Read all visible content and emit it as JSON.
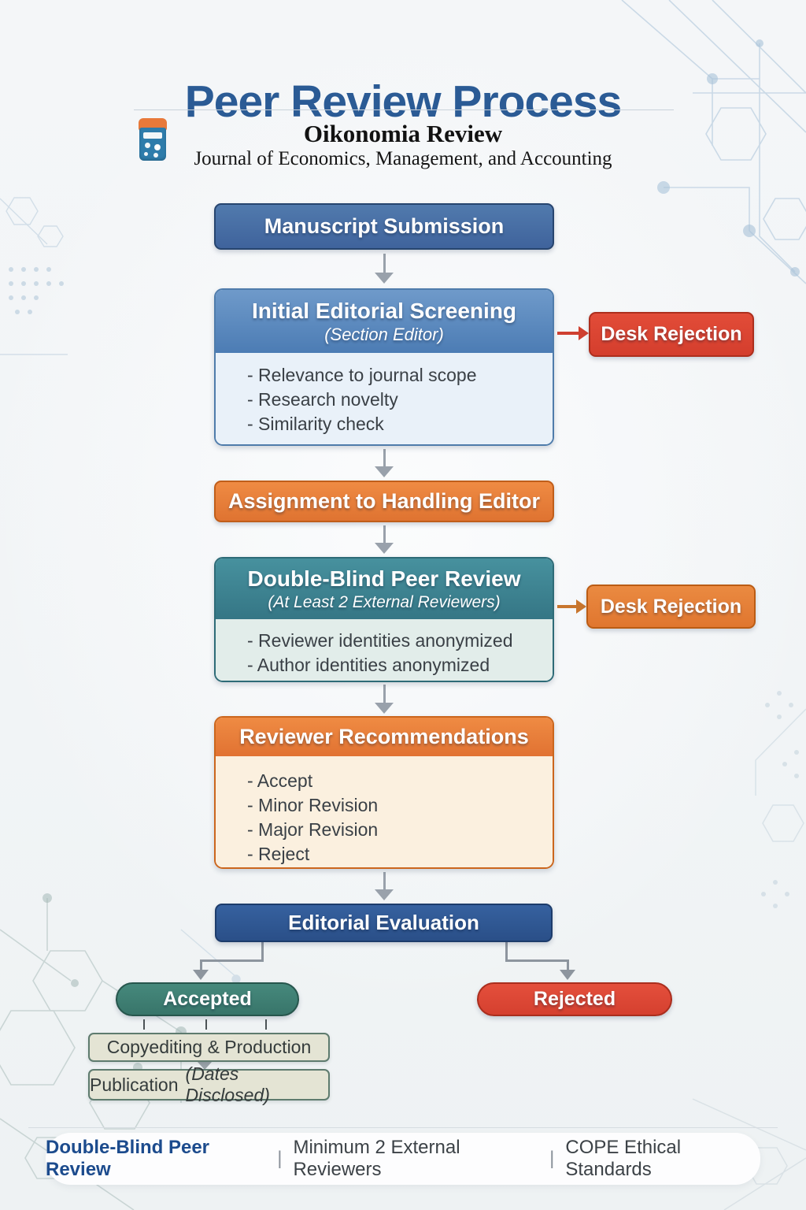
{
  "header": {
    "title": "Peer Review Process",
    "logo_icon": "calculator-icon",
    "journal_name": "Oikonomia Review",
    "journal_tagline": "Journal of Economics, Management, and Accounting"
  },
  "flow": {
    "step1": {
      "label": "Manuscript Submission"
    },
    "step2": {
      "title": "Initial Editorial Screening",
      "subtitle": "(Section Editor)",
      "items": [
        "- Relevance to journal scope",
        "- Research novelty",
        "- Similarity check"
      ]
    },
    "desk_rejection_red": {
      "label": "Desk Rejection"
    },
    "step3": {
      "label": "Assignment to Handling Editor"
    },
    "step4": {
      "title": "Double-Blind Peer Review",
      "subtitle": "(At Least 2 External Reviewers)",
      "items": [
        "- Reviewer identities anonymized",
        "- Author identities anonymized"
      ]
    },
    "desk_rejection_orange": {
      "label": "Desk Rejection"
    },
    "step5": {
      "title": "Reviewer Recommendations",
      "items": [
        "- Accept",
        "- Minor Revision",
        "- Major Revision",
        "- Reject"
      ]
    },
    "step6": {
      "label": "Editorial Evaluation"
    },
    "outcome_accepted": {
      "label": "Accepted"
    },
    "outcome_rejected": {
      "label": "Rejected"
    },
    "post1": {
      "label": "Copyediting & Production"
    },
    "post2": {
      "label": "Publication",
      "note": "(Dates Disclosed)"
    }
  },
  "footer": {
    "highlight": "Double-Blind Peer Review",
    "separator": "|",
    "item2": "Minimum 2 External Reviewers",
    "item3": "COPE Ethical Standards"
  },
  "colors": {
    "title_blue": "#2b5b95",
    "step_blue": "#44699f",
    "screening_header_blue": "#5585ba",
    "accent_orange": "#e2793b",
    "teal": "#3d8494",
    "dark_blue": "#2e5591",
    "rejection_red": "#dc4433",
    "accepted_green": "#3e8076",
    "sage_box": "#e4e4d4"
  }
}
